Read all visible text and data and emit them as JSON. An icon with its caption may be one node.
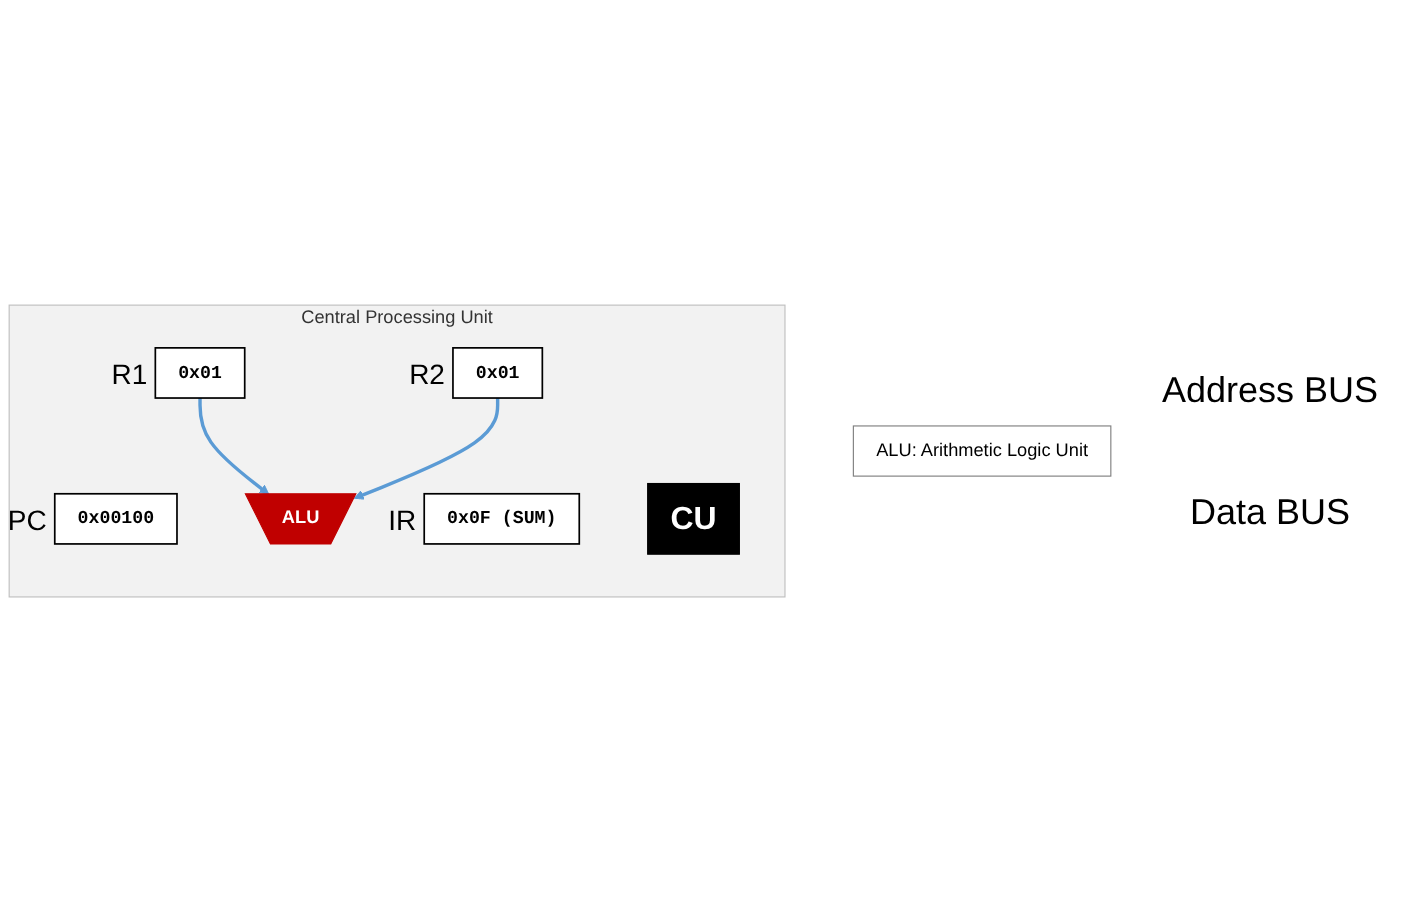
{
  "diagram": {
    "nodes": [
      {
        "text": [
          "Central Processing Unit"
        ]
      },
      {
        "text": [
          "0x00100"
        ],
        "beside": [
          "PC"
        ],
        "in": 0
      },
      {
        "text": [
          "0x0F (SUM)"
        ],
        "beside": [
          "IR"
        ],
        "in": 0
      },
      {
        "text": [
          "CU"
        ],
        "in": 0
      },
      {
        "text": [
          "0x01"
        ],
        "beside": [
          "R1"
        ],
        "in": 0
      },
      {
        "text": [
          "0x01"
        ],
        "beside": [
          "R2"
        ],
        "in": 0
      },
      {
        "text": [
          "ALU"
        ],
        "in": 0
      },
      {
        "text": [
          "ALU: Arithmetic Logic Unit"
        ]
      }
    ],
    "edges": [
      {
        "from": 4,
        "to": 6,
        "arrow": "to"
      },
      {
        "from": 5,
        "to": 6,
        "arrow": "to"
      }
    ],
    "labels": [
      "Address BUS",
      "Data BUS"
    ]
  }
}
